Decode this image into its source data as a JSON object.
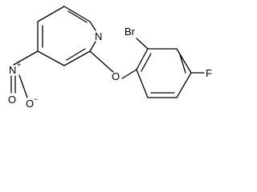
{
  "molecule": {
    "atoms": {
      "pyridine_n": "N",
      "ether_o": "O",
      "bromine": "Br",
      "fluorine": "F",
      "nitro_n": "N",
      "nitro_n_charge": "+",
      "nitro_o": "O",
      "nitro_o_charge": "−"
    }
  },
  "colors": {
    "bond": "#000000",
    "background": "#ffffff"
  }
}
